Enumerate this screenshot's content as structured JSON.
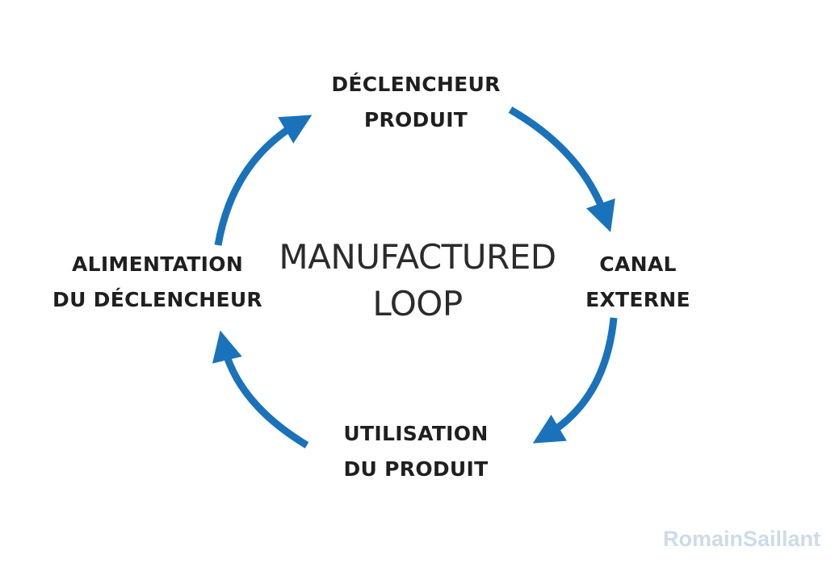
{
  "diagram": {
    "title_lines": [
      "MANUFACTURED",
      "LOOP"
    ],
    "nodes": [
      {
        "id": "top",
        "lines": [
          "DÉCLENCHEUR",
          "PRODUIT"
        ]
      },
      {
        "id": "right",
        "lines": [
          "CANAL",
          "EXTERNE"
        ]
      },
      {
        "id": "bottom",
        "lines": [
          "UTILISATION",
          "DU PRODUIT"
        ]
      },
      {
        "id": "left",
        "lines": [
          "ALIMENTATION",
          "DU DÉCLENCHEUR"
        ]
      }
    ],
    "arrow_color": "#1a72bb",
    "text_color": "#1f1f1f"
  },
  "watermark": "RomainSaillant"
}
